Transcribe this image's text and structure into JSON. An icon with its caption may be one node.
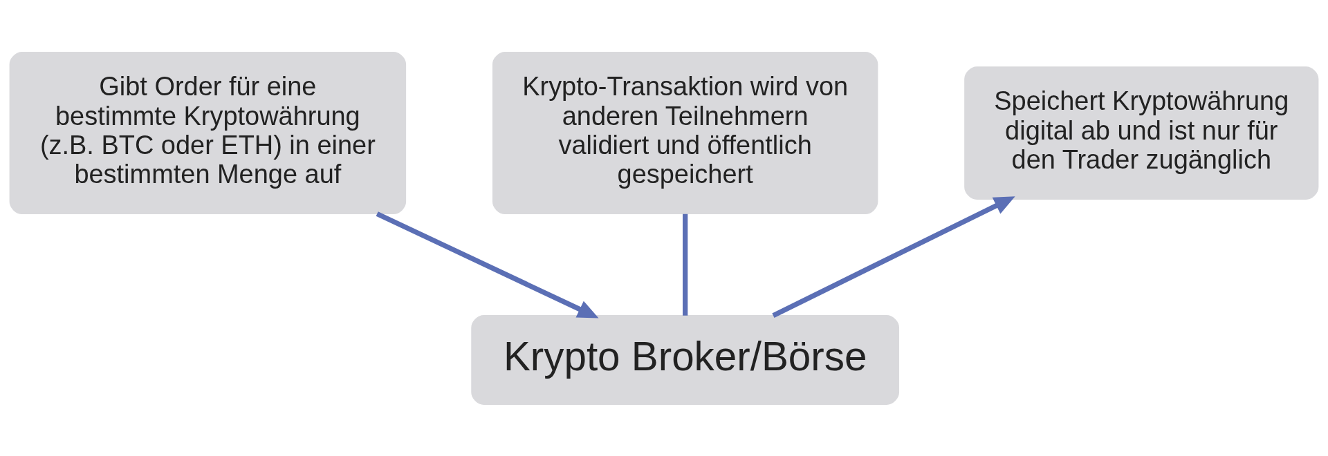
{
  "diagram": {
    "nodes": [
      {
        "text": [
          "Gibt Order für eine bestimmte Kryptowährung (z.B. BTC oder ETH) in einer bestimmten Menge auf"
        ]
      },
      {
        "text": [
          "Krypto-Transaktion wird von anderen Teilnehmern validiert und öffentlich gespeichert"
        ]
      },
      {
        "text": [
          "Speichert Kryptowährung digital ab und ist nur für den Trader zugänglich"
        ]
      },
      {
        "text": [
          "Krypto Broker/Börse"
        ]
      }
    ],
    "edges": [
      {
        "from": 0,
        "to": 3,
        "arrow": "to"
      },
      {
        "from": 1,
        "to": 3,
        "arrow": "none"
      },
      {
        "from": 3,
        "to": 2,
        "arrow": "to"
      }
    ]
  }
}
